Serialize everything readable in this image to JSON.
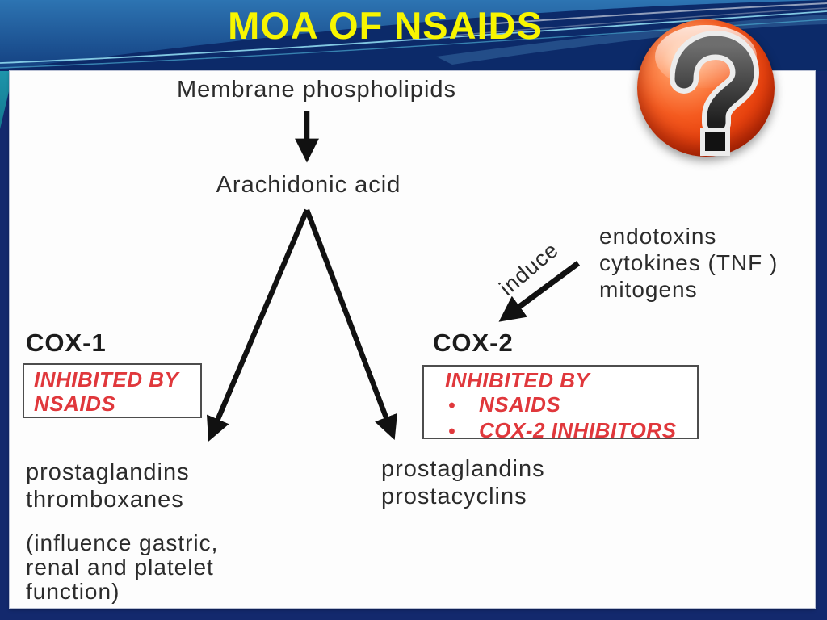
{
  "title": "MOA OF NSAIDS",
  "help_button": {
    "glyph": "question-mark"
  },
  "diagram": {
    "membrane_phospholipids": "Membrane phospholipids",
    "arachidonic_acid": "Arachidonic acid",
    "induce_label": "induce",
    "inducers": [
      "endotoxins",
      "cytokines (TNF )",
      "mitogens"
    ],
    "cox1": {
      "label": "COX-1",
      "inhibited_lines": [
        "INHIBITED BY",
        "NSAIDS"
      ]
    },
    "cox2": {
      "label": "COX-2",
      "inhibited_title": "INHIBITED BY",
      "bullet_char": "•",
      "inhibited_bullets": [
        "NSAIDS",
        "COX-2 INHIBITORS"
      ]
    },
    "cox1_products": [
      "prostaglandins",
      "thromboxanes"
    ],
    "cox1_note": [
      "(influence gastric,",
      "renal and platelet",
      "function)"
    ],
    "cox2_products": [
      "prostaglandins",
      "prostacyclins"
    ]
  },
  "colors": {
    "title_yellow": "#F7F500",
    "inhibited_red": "#E0383C",
    "slide_navy": "#13296D",
    "banner_wave_navy": "#0C2A69",
    "help_orange": "#E8430F",
    "arrow_black": "#111111"
  }
}
